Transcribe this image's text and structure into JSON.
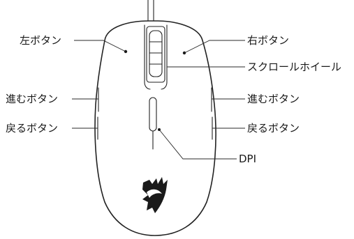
{
  "labels": {
    "left_button": "左ボタン",
    "right_button": "右ボタン",
    "scroll_wheel": "スクロールホイール",
    "forward_left": "進むボタン",
    "forward_right": "進むボタン",
    "back_left": "戻るボタン",
    "back_right": "戻るボタン",
    "dpi": "DPI"
  },
  "colors": {
    "line": "#222222",
    "text": "#1a1a1a",
    "background": "#ffffff"
  },
  "icons": {
    "logo": "eagle-emblem-icon"
  }
}
